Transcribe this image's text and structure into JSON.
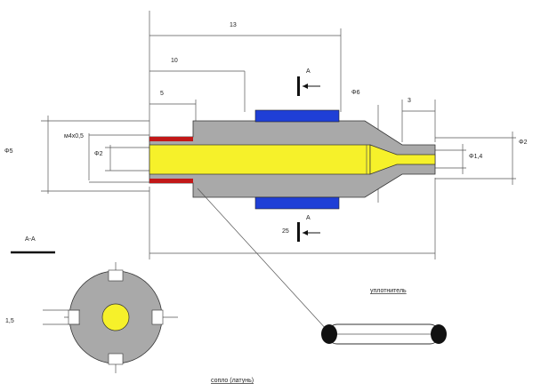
{
  "dimensions": {
    "length_overall": "13",
    "length_mid": "10",
    "length_left": "5",
    "length_tip": "3",
    "length_bottom": "25",
    "dia_body": "Φ5",
    "dia_bore": "Φ2",
    "thread": "м4х0,5",
    "dia_seal": "Φ6",
    "dia_orifice": "Φ1,4",
    "dia_tip": "Φ2",
    "slot_width": "1,5"
  },
  "section": {
    "mark_top": "A",
    "mark_bottom": "A",
    "view_label": "A-A"
  },
  "labels": {
    "seal": "уплотнитель",
    "nozzle": "сопло (латунь)"
  },
  "colors": {
    "body": "#a9a9a9",
    "bore": "#f6f12a",
    "seal": "#1f3fd6",
    "thread": "#c21818",
    "outline": "#333333"
  }
}
